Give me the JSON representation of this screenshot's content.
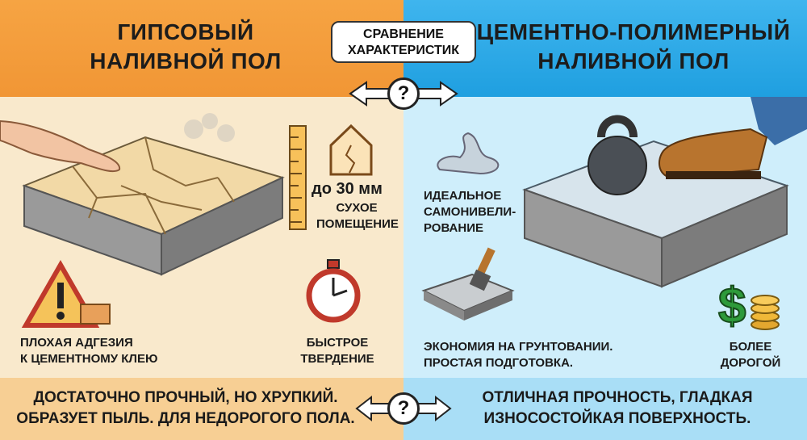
{
  "left_panel": {
    "title_line1": "ГИПСОВЫЙ",
    "title_line2": "НАЛИВНОЙ ПОЛ",
    "thickness": "до 30 мм",
    "dry_room_line1": "СУХОЕ",
    "dry_room_line2": "ПОМЕЩЕНИЕ",
    "adhesion_line1": "ПЛОХАЯ АДГЕЗИЯ",
    "adhesion_line2": "К ЦЕМЕНТНОМУ КЛЕЮ",
    "curing_line1": "БЫСТРОЕ",
    "curing_line2": "ТВЕРДЕНИЕ",
    "footer_line1": "ДОСТАТОЧНО ПРОЧНЫЙ, НО ХРУПКИЙ.",
    "footer_line2": "ОБРАЗУЕТ ПЫЛЬ. ДЛЯ НЕДОРОГОГО ПОЛА."
  },
  "center": {
    "badge_line1": "СРАВНЕНИЕ",
    "badge_line2": "ХАРАКТЕРИСТИК",
    "question_mark": "?"
  },
  "right_panel": {
    "title_line1": "ЦЕМЕНТНО-ПОЛИМЕРНЫЙ",
    "title_line2": "НАЛИВНОЙ ПОЛ",
    "leveling_line1": "ИДЕАЛЬНОЕ",
    "leveling_line2": "САМОНИВЕЛИ-",
    "leveling_line3": "РОВАНИЕ",
    "primer_line1": "ЭКОНОМИЯ НА ГРУНТОВАНИИ.",
    "primer_line2": "ПРОСТАЯ ПОДГОТОВКА.",
    "cost_line1": "БОЛЕЕ",
    "cost_line2": "ДОРОГОЙ",
    "footer_line1": "ОТЛИЧНАЯ ПРОЧНОСТЬ, ГЛАДКАЯ",
    "footer_line2": "ИЗНОСОСТОЙКАЯ ПОВЕРХНОСТЬ."
  },
  "icons": [
    "hand-icon",
    "ruler-icon",
    "house-icon",
    "warning-icon",
    "stopwatch-icon",
    "liquid-icon",
    "kettlebell-icon",
    "boot-icon",
    "brush-icon",
    "dollar-coins-icon",
    "double-arrow-icon"
  ],
  "colors": {
    "left_header": "#f19635",
    "right_header": "#1f9fe0",
    "left_bg": "#f9e9cc",
    "right_bg": "#cfeefb"
  }
}
